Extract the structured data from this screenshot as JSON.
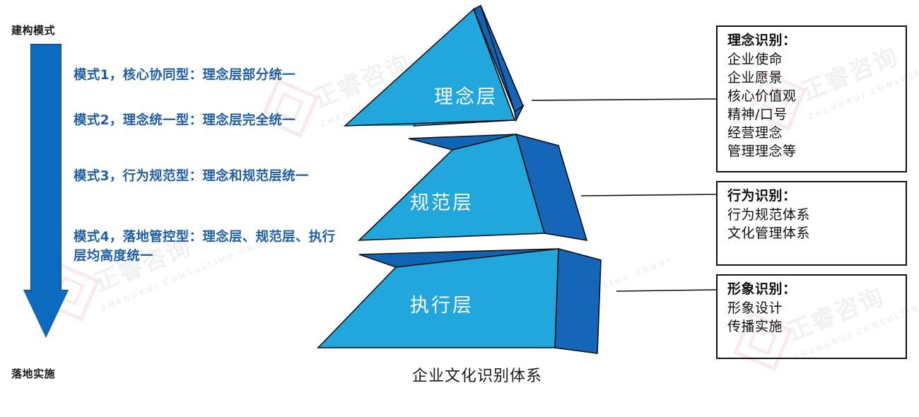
{
  "left_panel": {
    "top_caption": "建构模式",
    "bottom_caption": "落地实施",
    "arrow_icon": "down-arrow-icon",
    "arrow_color": "#0B6BC0",
    "text_color": "#1F5FA8",
    "modes": [
      {
        "label": "模式1，核心协同型：理念层部分统一"
      },
      {
        "label": "模式2，理念统一型：理念层完全统一"
      },
      {
        "label": "模式3，行为规范型：理念和规范层统一"
      },
      {
        "label": "模式4，落地管控型：理念层、规范层、执行层均高度统一"
      }
    ]
  },
  "pyramid": {
    "caption": "企业文化识别体系",
    "front_color": "#22A7DC",
    "side_color": "#1565B8",
    "top_color": "#1064B4",
    "outline_color": "#111111",
    "label_color": "#FFFFFF",
    "layers": [
      {
        "name": "理念层"
      },
      {
        "name": "规范层"
      },
      {
        "name": "执行层"
      }
    ]
  },
  "info_boxes": [
    {
      "title": "理念识别：",
      "items": [
        "企业使命",
        "企业愿景",
        "核心价值观",
        "精神/口号",
        "经营理念",
        "管理理念等"
      ]
    },
    {
      "title": "行为识别：",
      "items": [
        "行为规范体系",
        "文化管理体系"
      ]
    },
    {
      "title": "形象识别：",
      "items": [
        "形象设计",
        "传播实施"
      ]
    }
  ],
  "watermark": {
    "text": "正睿咨询",
    "subtext": "ZHENGRUI CONSULTING GROUP"
  }
}
